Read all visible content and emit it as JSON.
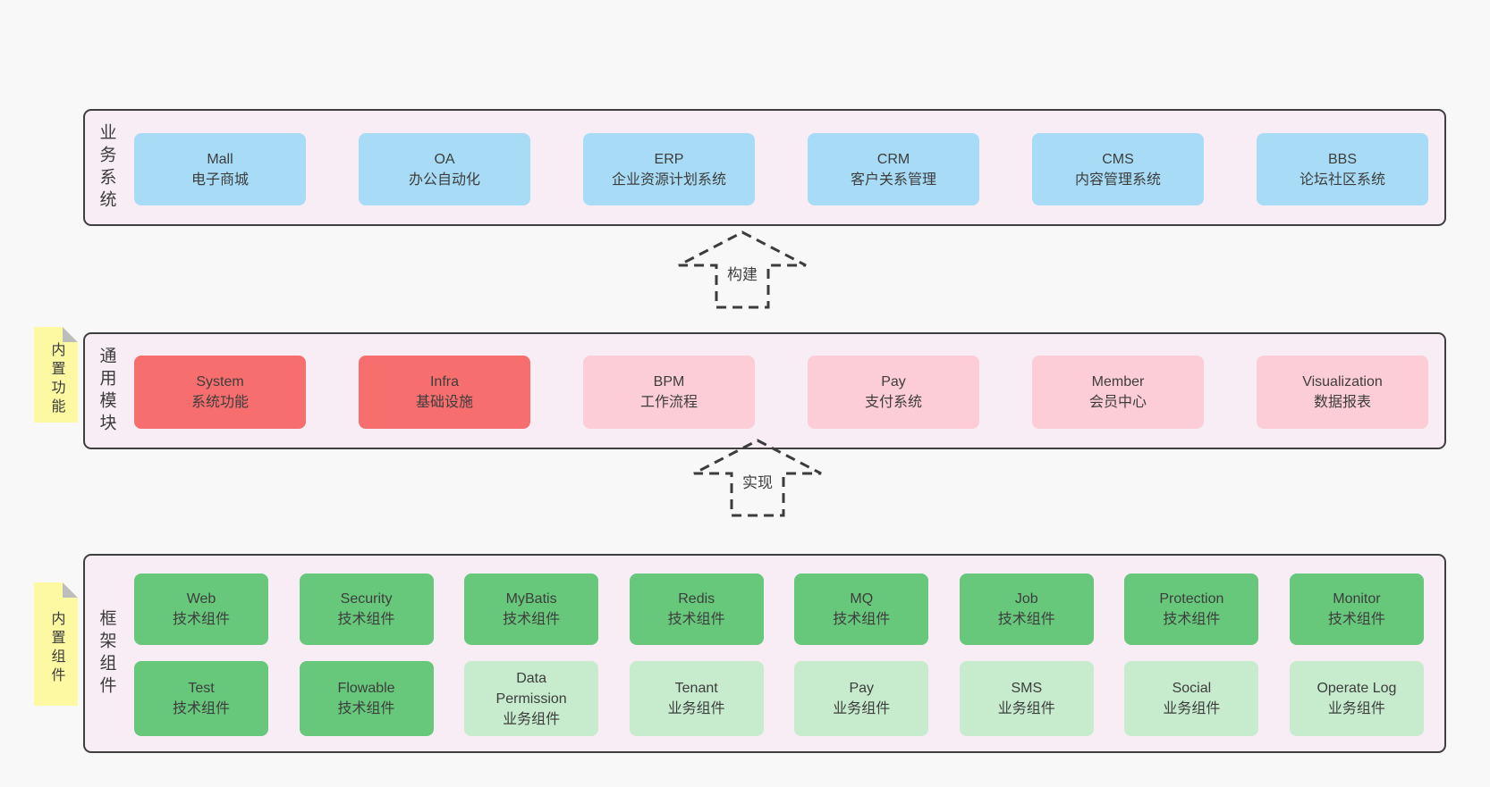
{
  "colors": {
    "page_bg": "#f8f8f8",
    "section_bg": "#f8edf5",
    "section_border": "#3f3f3f",
    "box_blue": "#a8dcf6",
    "box_red": "#f76e6e",
    "box_pink": "#fccdd6",
    "box_green": "#67c87b",
    "box_light_green": "#c7ebcd",
    "sticky_yellow": "#fcf9a2",
    "sticky_fold_gray": "#bdbdbd",
    "text": "#3d3d3d"
  },
  "sections": [
    {
      "label": "业务系统",
      "sticky": null,
      "rows": [
        [
          {
            "title": "Mall",
            "subtitle": "电子商城",
            "variant": "blue"
          },
          {
            "title": "OA",
            "subtitle": "办公自动化",
            "variant": "blue"
          },
          {
            "title": "ERP",
            "subtitle": "企业资源计划系统",
            "variant": "blue"
          },
          {
            "title": "CRM",
            "subtitle": "客户关系管理",
            "variant": "blue"
          },
          {
            "title": "CMS",
            "subtitle": "内容管理系统",
            "variant": "blue"
          },
          {
            "title": "BBS",
            "subtitle": "论坛社区系统",
            "variant": "blue"
          }
        ]
      ]
    },
    {
      "label": "通用模块",
      "sticky": "内置功能",
      "rows": [
        [
          {
            "title": "System",
            "subtitle": "系统功能",
            "variant": "red"
          },
          {
            "title": "Infra",
            "subtitle": "基础设施",
            "variant": "red"
          },
          {
            "title": "BPM",
            "subtitle": "工作流程",
            "variant": "pink"
          },
          {
            "title": "Pay",
            "subtitle": "支付系统",
            "variant": "pink"
          },
          {
            "title": "Member",
            "subtitle": "会员中心",
            "variant": "pink"
          },
          {
            "title": "Visualization",
            "subtitle": "数据报表",
            "variant": "pink"
          }
        ]
      ]
    },
    {
      "label": "框架组件",
      "sticky": "内置组件",
      "rows": [
        [
          {
            "title": "Web",
            "subtitle": "技术组件",
            "variant": "green"
          },
          {
            "title": "Security",
            "subtitle": "技术组件",
            "variant": "green"
          },
          {
            "title": "MyBatis",
            "subtitle": "技术组件",
            "variant": "green"
          },
          {
            "title": "Redis",
            "subtitle": "技术组件",
            "variant": "green"
          },
          {
            "title": "MQ",
            "subtitle": "技术组件",
            "variant": "green"
          },
          {
            "title": "Job",
            "subtitle": "技术组件",
            "variant": "green"
          },
          {
            "title": "Protection",
            "subtitle": "技术组件",
            "variant": "green"
          },
          {
            "title": "Monitor",
            "subtitle": "技术组件",
            "variant": "green"
          }
        ],
        [
          {
            "title": "Test",
            "subtitle": "技术组件",
            "variant": "green"
          },
          {
            "title": "Flowable",
            "subtitle": "技术组件",
            "variant": "green"
          },
          {
            "title": "Data Permission",
            "subtitle": "业务组件",
            "variant": "lightgreen"
          },
          {
            "title": "Tenant",
            "subtitle": "业务组件",
            "variant": "lightgreen"
          },
          {
            "title": "Pay",
            "subtitle": "业务组件",
            "variant": "lightgreen"
          },
          {
            "title": "SMS",
            "subtitle": "业务组件",
            "variant": "lightgreen"
          },
          {
            "title": "Social",
            "subtitle": "业务组件",
            "variant": "lightgreen"
          },
          {
            "title": "Operate Log",
            "subtitle": "业务组件",
            "variant": "lightgreen"
          }
        ]
      ]
    }
  ],
  "arrows": [
    {
      "label": "构建"
    },
    {
      "label": "实现"
    }
  ]
}
